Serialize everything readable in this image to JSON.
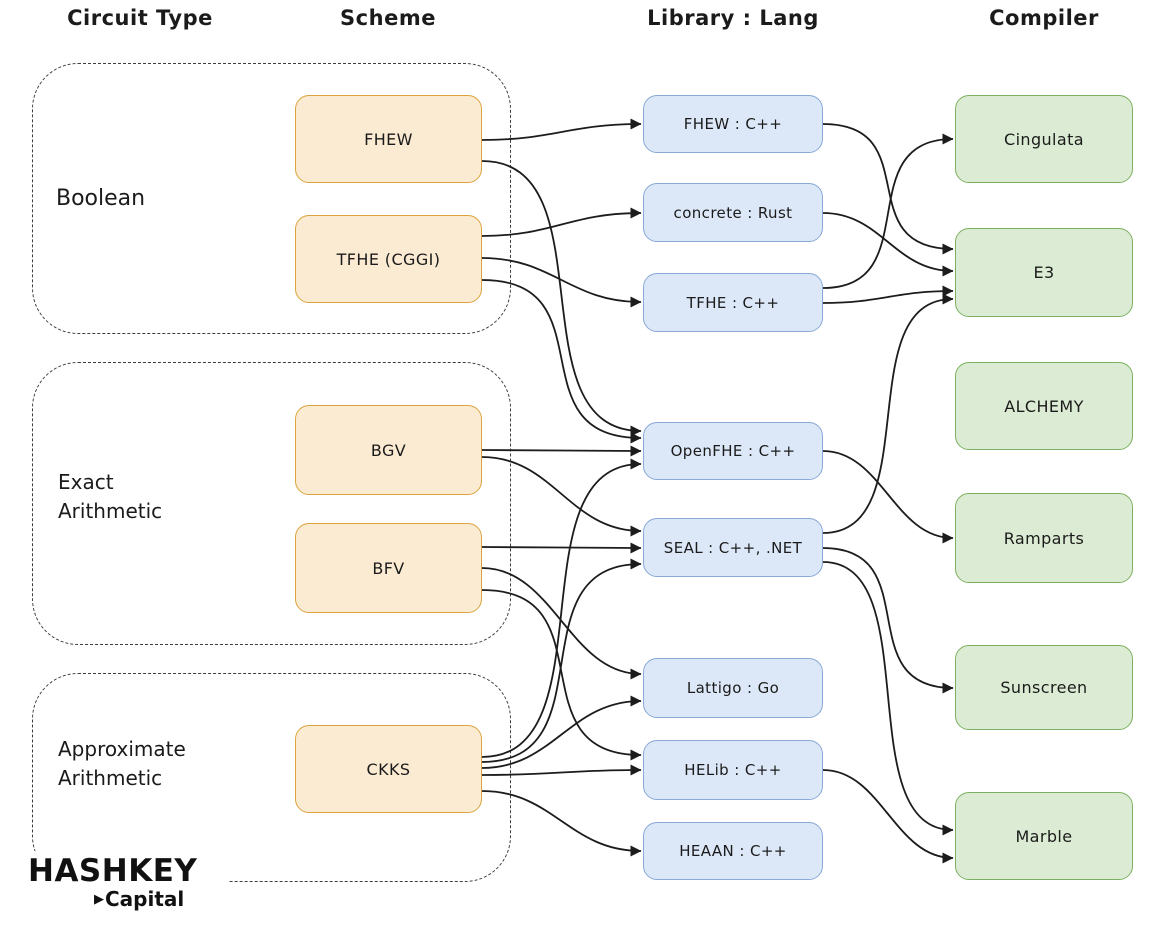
{
  "headers": [
    {
      "label": "Circuit Type"
    },
    {
      "label": "Scheme"
    },
    {
      "label": "Library : Lang"
    },
    {
      "label": "Compiler"
    }
  ],
  "groups": [
    {
      "id": "boolean",
      "label": "Boolean"
    },
    {
      "id": "exact",
      "label": "Exact\nArithmetic"
    },
    {
      "id": "approx",
      "label": "Approximate\nArithmetic"
    }
  ],
  "nodes": [
    {
      "id": "fhew",
      "label": "FHEW",
      "type": "scheme"
    },
    {
      "id": "tfhe",
      "label": "TFHE (CGGI)",
      "type": "scheme"
    },
    {
      "id": "bgv",
      "label": "BGV",
      "type": "scheme"
    },
    {
      "id": "bfv",
      "label": "BFV",
      "type": "scheme"
    },
    {
      "id": "ckks",
      "label": "CKKS",
      "type": "scheme"
    },
    {
      "id": "lib_fhew",
      "label": "FHEW : C++",
      "type": "library"
    },
    {
      "id": "concrete",
      "label": "concrete : Rust",
      "type": "library"
    },
    {
      "id": "lib_tfhe",
      "label": "TFHE : C++",
      "type": "library"
    },
    {
      "id": "openfhe",
      "label": "OpenFHE : C++",
      "type": "library"
    },
    {
      "id": "seal",
      "label": "SEAL : C++, .NET",
      "type": "library"
    },
    {
      "id": "lattigo",
      "label": "Lattigo : Go",
      "type": "library"
    },
    {
      "id": "helib",
      "label": "HELib : C++",
      "type": "library"
    },
    {
      "id": "heaan",
      "label": "HEAAN : C++",
      "type": "library"
    },
    {
      "id": "cingulata",
      "label": "Cingulata",
      "type": "compiler"
    },
    {
      "id": "e3",
      "label": "E3",
      "type": "compiler"
    },
    {
      "id": "alchemy",
      "label": "ALCHEMY",
      "type": "compiler"
    },
    {
      "id": "ramparts",
      "label": "Ramparts",
      "type": "compiler"
    },
    {
      "id": "sunscreen",
      "label": "Sunscreen",
      "type": "compiler"
    },
    {
      "id": "marble",
      "label": "Marble",
      "type": "compiler"
    }
  ],
  "edges": [
    {
      "from": "fhew",
      "to": "lib_fhew"
    },
    {
      "from": "fhew",
      "to": "openfhe"
    },
    {
      "from": "tfhe",
      "to": "concrete"
    },
    {
      "from": "tfhe",
      "to": "lib_tfhe"
    },
    {
      "from": "tfhe",
      "to": "openfhe"
    },
    {
      "from": "bgv",
      "to": "openfhe"
    },
    {
      "from": "bgv",
      "to": "seal"
    },
    {
      "from": "bfv",
      "to": "seal"
    },
    {
      "from": "bfv",
      "to": "lattigo"
    },
    {
      "from": "bfv",
      "to": "helib"
    },
    {
      "from": "ckks",
      "to": "openfhe"
    },
    {
      "from": "ckks",
      "to": "seal"
    },
    {
      "from": "ckks",
      "to": "lattigo"
    },
    {
      "from": "ckks",
      "to": "helib"
    },
    {
      "from": "ckks",
      "to": "heaan"
    },
    {
      "from": "lib_fhew",
      "to": "e3"
    },
    {
      "from": "concrete",
      "to": "e3"
    },
    {
      "from": "lib_tfhe",
      "to": "cingulata"
    },
    {
      "from": "lib_tfhe",
      "to": "e3"
    },
    {
      "from": "seal",
      "to": "e3"
    },
    {
      "from": "openfhe",
      "to": "ramparts"
    },
    {
      "from": "seal",
      "to": "sunscreen"
    },
    {
      "from": "seal",
      "to": "marble"
    },
    {
      "from": "helib",
      "to": "marble"
    }
  ],
  "logo": {
    "brand": "HASHKEY",
    "sub_icon": "▶",
    "sub": "Capital"
  },
  "colors": {
    "scheme_fill": "#fcebd3",
    "scheme_border": "#dba43f",
    "library_fill": "#dce8f8",
    "library_border": "#89a9d6",
    "compiler_fill": "#dcecd4",
    "compiler_border": "#7cb061",
    "line": "#1c1c1c"
  }
}
